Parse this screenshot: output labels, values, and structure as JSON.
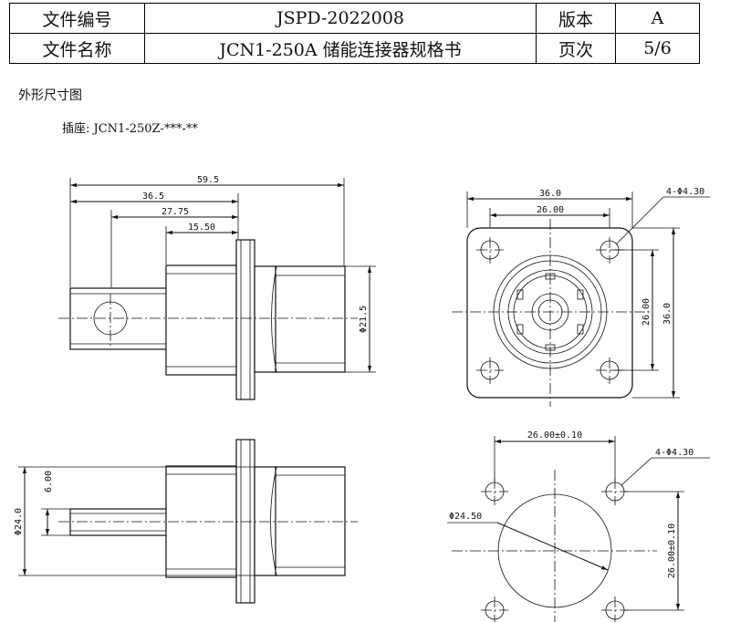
{
  "header": {
    "doc_no_label": "文件编号",
    "doc_no": "JSPD-2022008",
    "version_label": "版本",
    "version": "A",
    "doc_name_label": "文件名称",
    "doc_name": "JCN1-250A 储能连接器规格书",
    "page_label": "页次",
    "page": "5/6"
  },
  "section_title": "外形尺寸图",
  "subtitle": "插座: JCN1-250Z-***-**",
  "dims": {
    "side_total": "59.5",
    "side_a": "36.5",
    "side_b": "27.75",
    "side_c": "15.50",
    "side_dia": "Φ21.5",
    "front_w": "36.0",
    "front_pitch": "26.00",
    "front_holes": "4-Φ4.30",
    "front_h_pitch": "26.00",
    "front_h": "36.0",
    "bot_dia": "Φ24.0",
    "bot_pin": "6.00",
    "cut_pitch": "26.00±0.10",
    "cut_holes": "4-Φ4.30",
    "cut_dia": "Φ24.50",
    "cut_v_pitch": "26.00±0.10"
  }
}
